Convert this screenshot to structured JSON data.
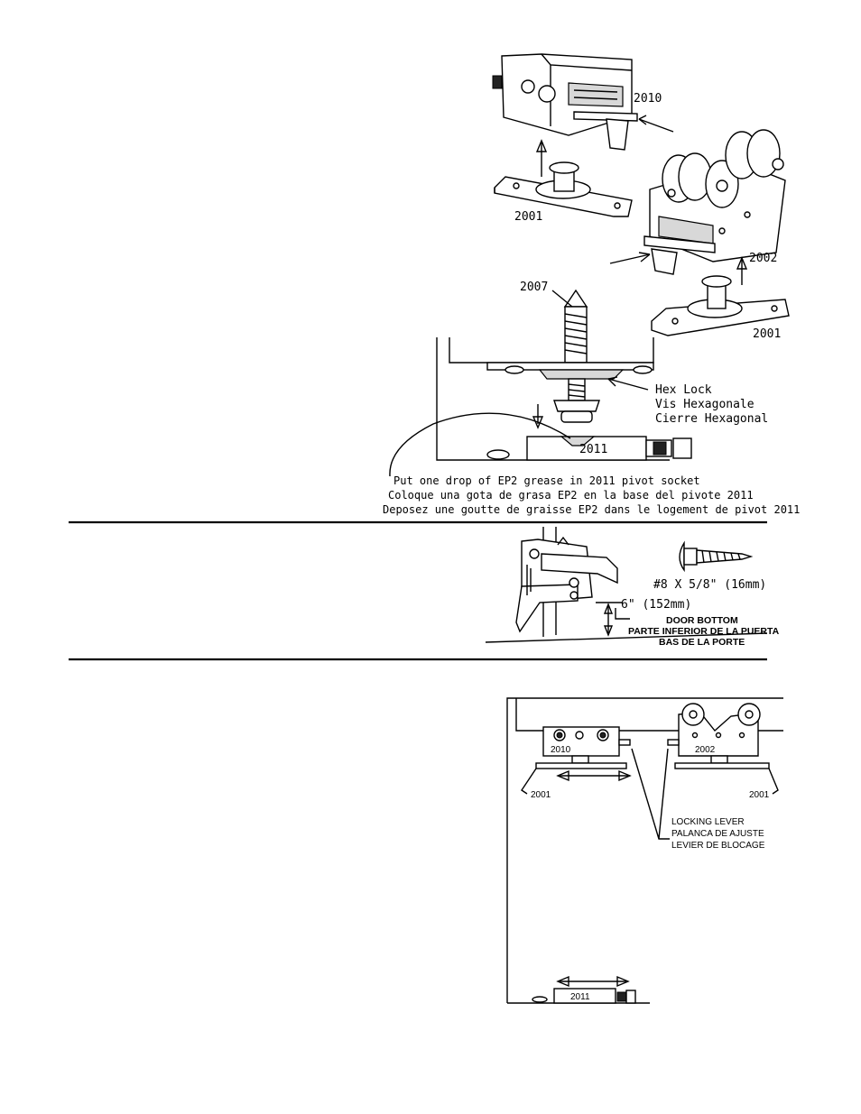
{
  "labels": {
    "part_2010": "2010",
    "part_2001_top": "2001",
    "part_2002": "2002",
    "part_2001_right": "2001",
    "part_2007": "2007",
    "part_2011_upper": "2011",
    "hex_lock_en": "Hex Lock",
    "hex_lock_fr": "Vis Hexagonale",
    "hex_lock_es": "Cierre Hexagonal",
    "grease_en": "Put one drop of EP2 grease in 2011 pivot socket",
    "grease_es": "Coloque una gota de grasa EP2 en la base del pivote 2011",
    "grease_fr": "Deposez une goutte de graisse EP2 dans le logement de pivot 2011",
    "screw_spec": "#8 X 5/8\" (16mm)",
    "distance": "6\" (152mm)",
    "door_bottom_en": "DOOR BOTTOM",
    "door_bottom_es": "PARTE INFERIOR DE LA PUERTA",
    "door_bottom_fr": "BAS DE LA PORTE",
    "bottom_2010": "2010",
    "bottom_2002": "2002",
    "bottom_2001_left": "2001",
    "bottom_2001_right": "2001",
    "locking_lever_en": "LOCKING LEVER",
    "locking_lever_es": "PALANCA DE AJUSTE",
    "locking_lever_fr": "LEVIER DE BLOCAGE",
    "bottom_2011": "2011"
  },
  "icons": [
    "screw-icon",
    "arrow-icon",
    "pivot-bracket-icon",
    "roller-hanger-icon"
  ]
}
